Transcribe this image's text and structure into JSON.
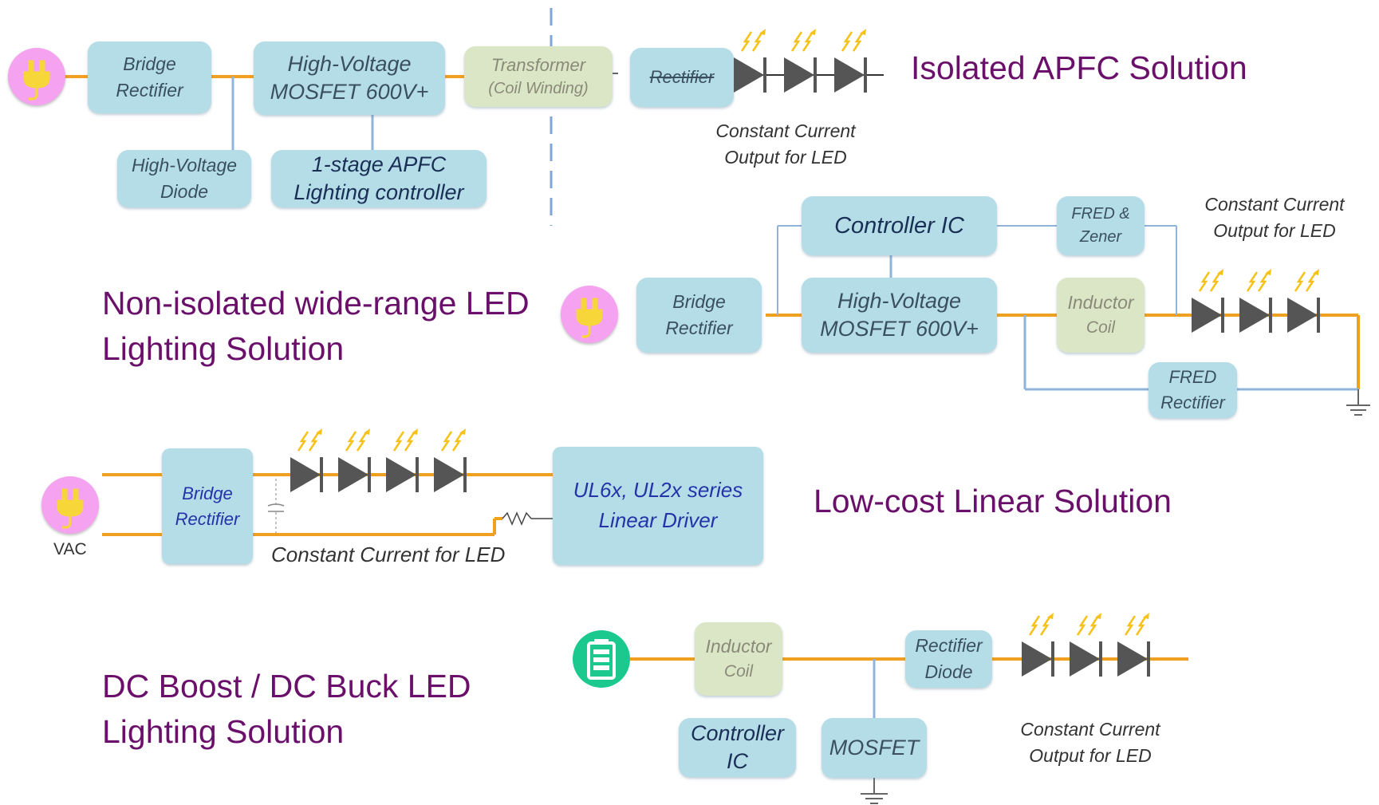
{
  "sections": {
    "isolated_apfc": {
      "title": "Isolated APFC Solution",
      "bridge_rectifier": [
        "Bridge",
        "Rectifier"
      ],
      "hv_mosfet": [
        "High-Voltage",
        "MOSFET 600V+"
      ],
      "transformer": [
        "Transformer",
        "(Coil Winding)"
      ],
      "rectifier": "Rectifier",
      "hv_diode": [
        "High-Voltage",
        "Diode"
      ],
      "apfc_controller": [
        "1-stage APFC",
        "Lighting controller"
      ],
      "output_caption": [
        "Constant Current",
        "Output for LED"
      ]
    },
    "non_isolated": {
      "title": [
        "Non-isolated wide-range LED",
        "Lighting Solution"
      ],
      "bridge_rectifier": [
        "Bridge",
        "Rectifier"
      ],
      "controller_ic": "Controller IC",
      "hv_mosfet": [
        "High-Voltage",
        "MOSFET 600V+"
      ],
      "fred_zener": [
        "FRED &",
        "Zener"
      ],
      "inductor": [
        "Inductor",
        "Coil"
      ],
      "fred_rectifier": [
        "FRED",
        "Rectifier"
      ],
      "output_caption": [
        "Constant Current",
        "Output for LED"
      ]
    },
    "linear": {
      "title": "Low-cost Linear Solution",
      "bridge_rectifier": [
        "Bridge",
        "Rectifier"
      ],
      "driver": [
        "UL6x, UL2x series",
        "Linear Driver"
      ],
      "vac_label": "VAC",
      "output_caption": "Constant Current for LED"
    },
    "dc_boost": {
      "title": [
        "DC Boost / DC Buck LED",
        "Lighting Solution"
      ],
      "inductor": [
        "Inductor",
        "Coil"
      ],
      "rectifier_diode": [
        "Rectifier",
        "Diode"
      ],
      "controller_ic": [
        "Controller",
        "IC"
      ],
      "mosfet": "MOSFET",
      "output_caption": [
        "Constant Current",
        "Output for LED"
      ]
    }
  },
  "colors": {
    "wire_power": "#f0a020",
    "wire_signal": "#8fb4dc",
    "box_blue": "#b5dde8",
    "box_green": "#dbe6c7",
    "title_purple": "#6a0f6a",
    "plug_pink": "#f5a3f0",
    "battery_green": "#1bc98e",
    "led_gray": "#555555",
    "light_rays": "#f6c21a"
  }
}
